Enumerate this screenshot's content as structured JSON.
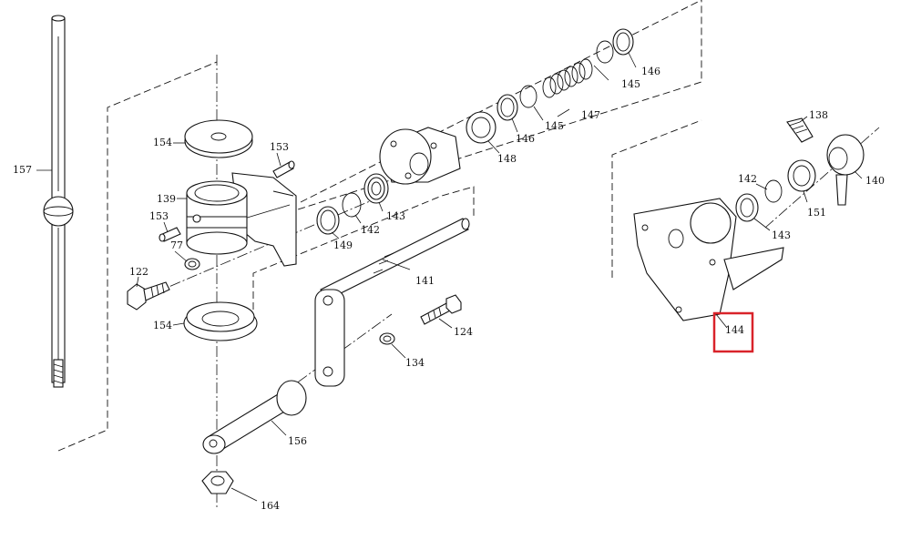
{
  "callouts": {
    "c157": "157",
    "c154a": "154",
    "c153a": "153",
    "c139": "139",
    "c153b": "153",
    "c77": "77",
    "c122": "122",
    "c154b": "154",
    "c149": "149",
    "c142a": "142",
    "c143a": "143",
    "c148": "148",
    "c146a": "146",
    "c145a": "145",
    "c147": "147",
    "c145b": "145",
    "c146b": "146",
    "c141": "141",
    "c124": "124",
    "c134": "134",
    "c156": "156",
    "c164": "164",
    "c138": "138",
    "c140": "140",
    "c142b": "142",
    "c151": "151",
    "c143b": "143",
    "c144": "144"
  },
  "highlight": {
    "color": "#d9232a",
    "part": "144"
  }
}
